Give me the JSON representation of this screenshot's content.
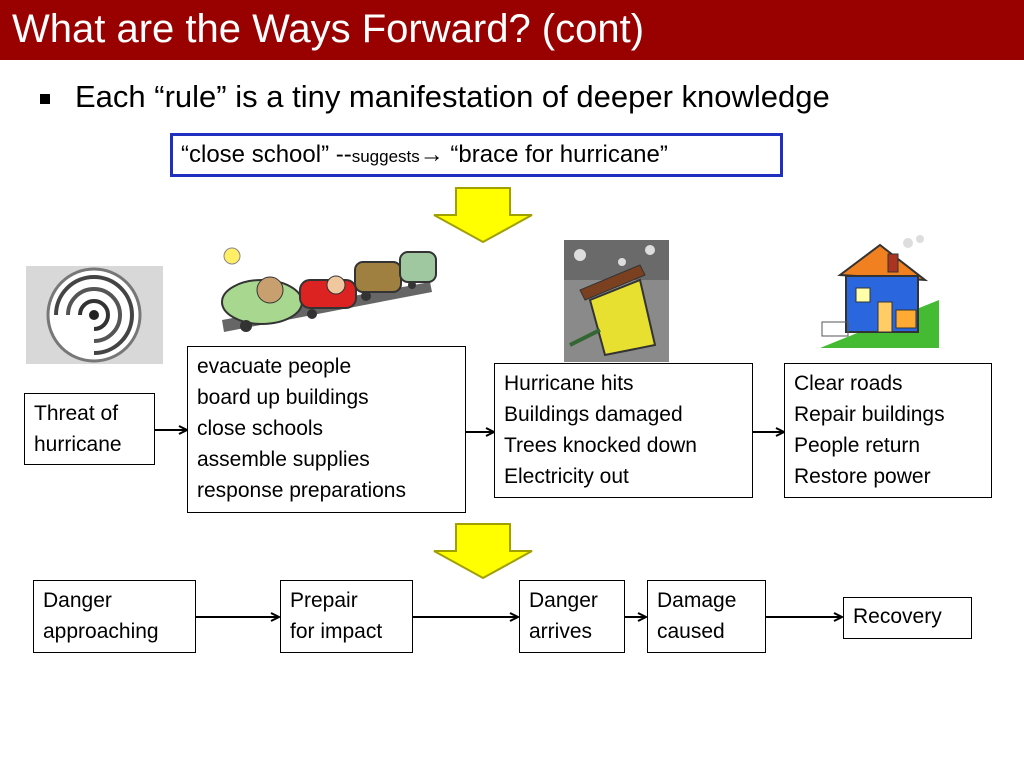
{
  "title": "What are the Ways Forward? (cont)",
  "bullet": "Each “rule” is a tiny manifestation of deeper knowledge",
  "rule": {
    "prefix": "“close school” --",
    "middle": "suggests",
    "arrow": "→",
    "suffix": " “brace for hurricane”"
  },
  "top_row": {
    "threat": [
      "Threat  of",
      "hurricane"
    ],
    "prepare": [
      "evacuate people",
      "board up buildings",
      "close schools",
      "assemble supplies",
      "response preparations"
    ],
    "impact": [
      "Hurricane hits",
      "Buildings damaged",
      "Trees knocked down",
      "Electricity out"
    ],
    "recover": [
      "Clear roads",
      "Repair buildings",
      "People return",
      "Restore power"
    ]
  },
  "bottom_row": {
    "danger_approaching": [
      "Danger",
      "approaching"
    ],
    "prepair": [
      "Prepair",
      "for impact"
    ],
    "danger_arrives": [
      "Danger",
      "arrives"
    ],
    "damage": [
      "Damage",
      "caused"
    ],
    "recovery": [
      "Recovery"
    ]
  },
  "colors": {
    "title_bar": "#990000",
    "rule_border": "#1f2fbf",
    "down_arrow_fill": "#ffff00",
    "down_arrow_stroke": "#a0a000"
  },
  "images": [
    "hurricane-satellite-image",
    "evacuating-cars-cartoon",
    "storm-damage-cartoon",
    "repaired-house-cartoon"
  ]
}
